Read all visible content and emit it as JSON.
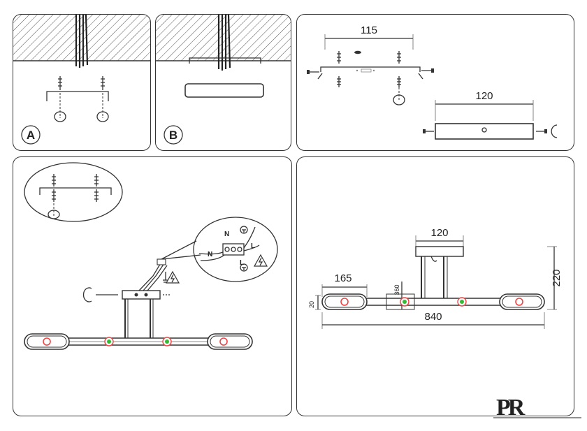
{
  "panels": {
    "a": {
      "badge": "A"
    },
    "b": {
      "badge": "B"
    },
    "c": {
      "dim_top": "115",
      "dim_bottom": "120"
    },
    "d": {
      "wire_labels": [
        "N",
        "L",
        "N",
        "L"
      ]
    },
    "e": {
      "dim_base": "120",
      "dim_ring": "165",
      "dim_height_total": "220",
      "dim_rod": "360",
      "dim_ring_height": "20",
      "dim_width": "840"
    }
  },
  "logo": {
    "text": "PR"
  },
  "colors": {
    "red": "#e44",
    "green": "#3b3",
    "hatch": "#555"
  }
}
